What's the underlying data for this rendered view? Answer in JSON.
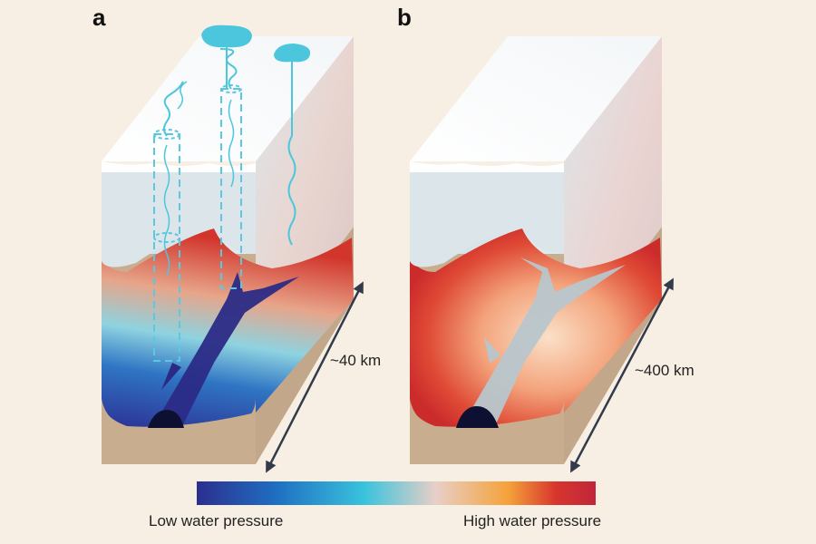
{
  "panels": [
    {
      "label": "a",
      "distance": "~40 km"
    },
    {
      "label": "b",
      "distance": "~400 km"
    }
  ],
  "legend": {
    "low": "Low water pressure",
    "high": "High water pressure",
    "colors": [
      "#2b2f8f",
      "#1f6fc2",
      "#39c3dd",
      "#e8cfc7",
      "#f5a23a",
      "#d7362d",
      "#c0263a"
    ]
  },
  "colors": {
    "background": "#f7efe3",
    "snow": "#ffffff",
    "ice_side": "#d9e3e8",
    "bedrock": "#c9ad8f",
    "meltwater": "#4cc6dc",
    "arrow": "#333a4a"
  }
}
